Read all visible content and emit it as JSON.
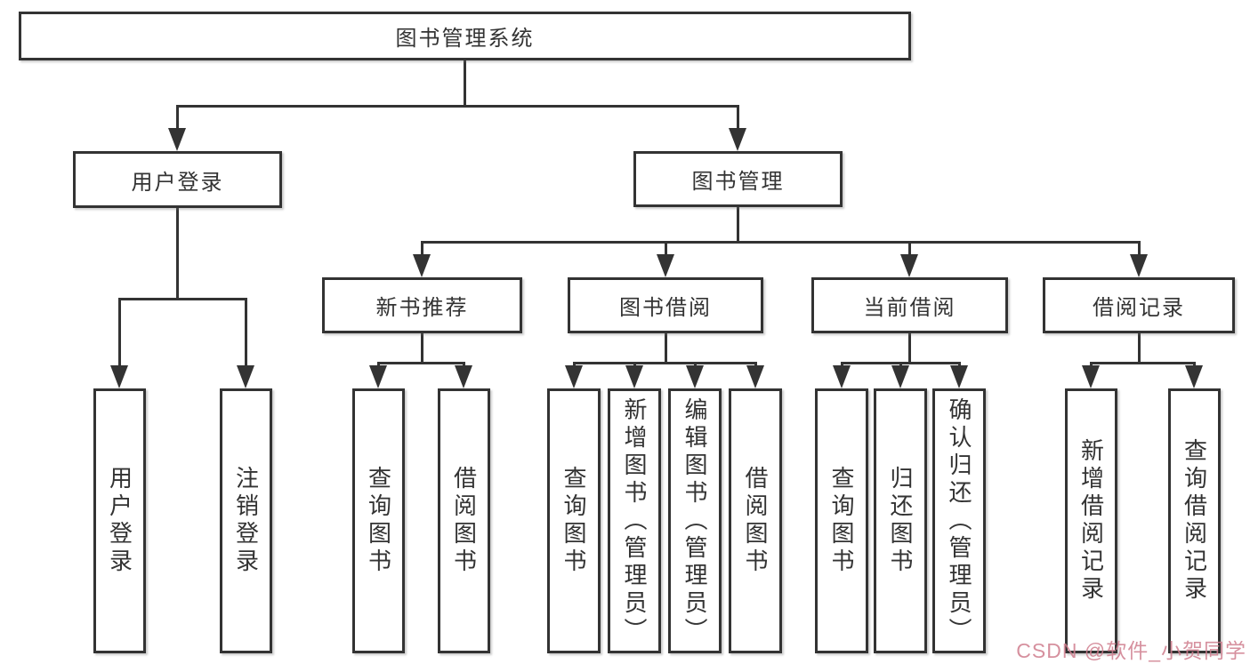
{
  "colors": {
    "line": "#333333",
    "box_background": "#ffffff",
    "text": "#333333",
    "watermark": "#cf7d8d"
  },
  "nodes": {
    "root": "图书管理系统",
    "user_login": "用户登录",
    "book_management": "图书管理",
    "new_book_recommend": "新书推荐",
    "book_borrow": "图书借阅",
    "current_borrow": "当前借阅",
    "borrow_records": "借阅记录",
    "leaves": {
      "user_login": [
        "用户登录",
        "注销登录"
      ],
      "new_book_recommend": [
        "查询图书",
        "借阅图书"
      ],
      "book_borrow": [
        "查询图书",
        "新增图书（管理员）",
        "编辑图书（管理员）",
        "借阅图书"
      ],
      "current_borrow": [
        "查询图书",
        "归还图书",
        "确认归还（管理员）"
      ],
      "borrow_records": [
        "新增借阅记录",
        "查询借阅记录"
      ]
    }
  },
  "watermark": {
    "text": "CSDN @软件_小贺同学"
  }
}
